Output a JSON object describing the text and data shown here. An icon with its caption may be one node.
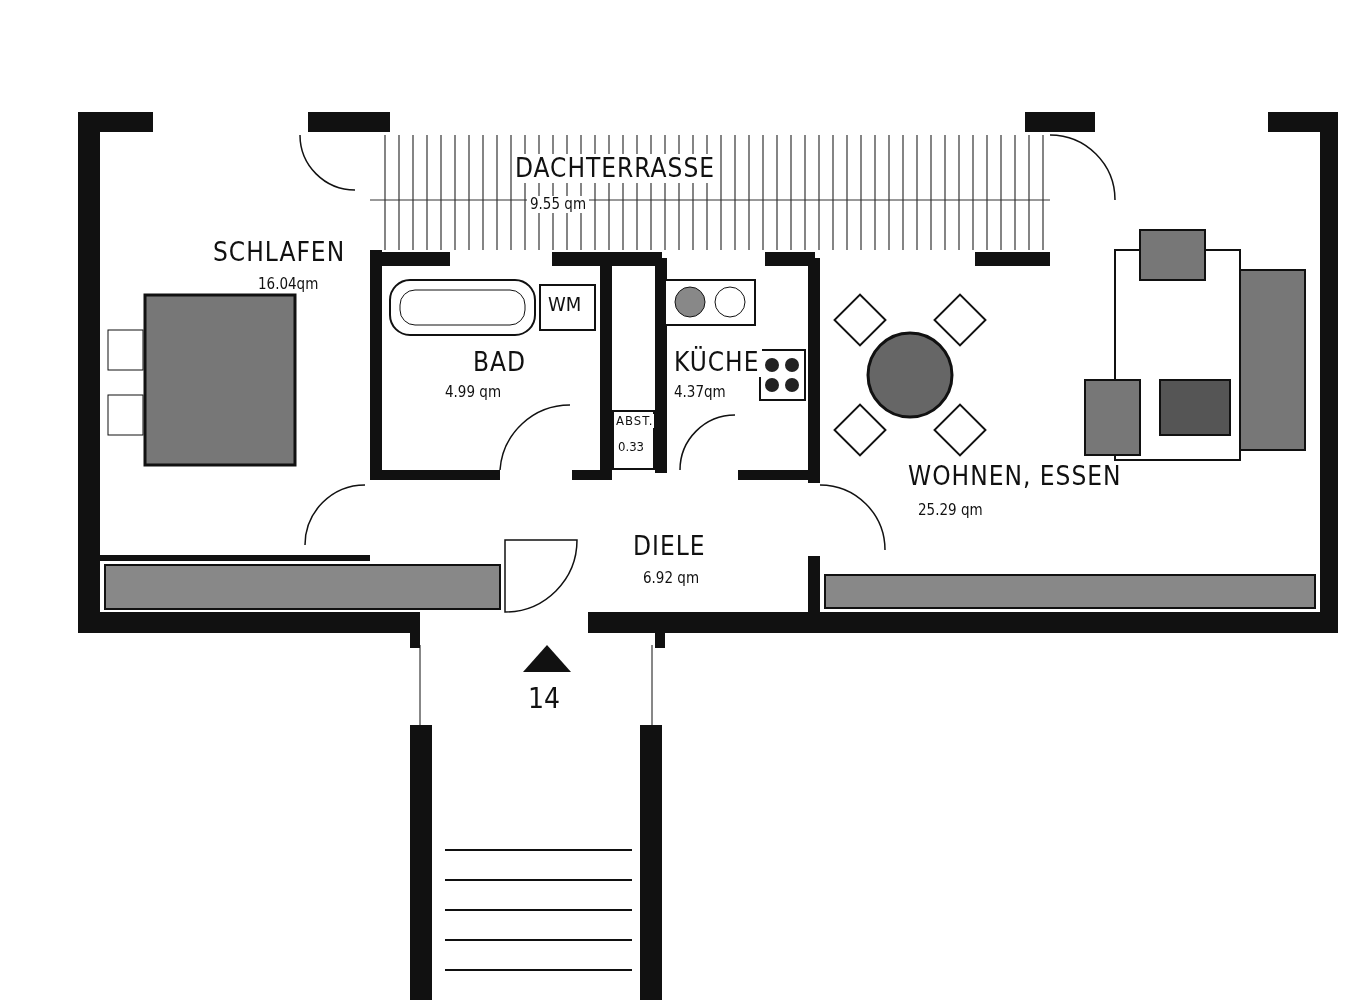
{
  "diagram": {
    "nodes": [
      {
        "text": [
          "DACHTERRASSE",
          "9.55 qm"
        ]
      },
      {
        "text": [
          "SCHLAFEN",
          "16.04qm"
        ]
      },
      {
        "text": [
          "BAD",
          "4.99 qm"
        ]
      },
      {
        "text": [
          "KÜCHE",
          "4.37qm"
        ]
      },
      {
        "text": [
          "ABST.",
          "0.33"
        ]
      },
      {
        "text": [
          "WOHNEN, ESSEN",
          "25.29 qm"
        ]
      },
      {
        "text": [
          "DIELE",
          "6.92 qm"
        ]
      }
    ],
    "labels": [
      "WM",
      "14"
    ]
  }
}
